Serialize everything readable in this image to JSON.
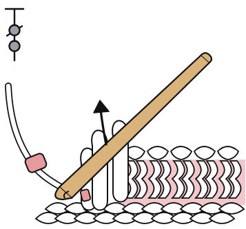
{
  "diagram": {
    "symbol": {
      "name": "double-crochet-symbol",
      "markers": 2
    },
    "colors": {
      "outline": "#111111",
      "yarn_fill": "#ffffff",
      "hook_fill": "#d9b27c",
      "marker_fill": "#e69aa0",
      "symbol_fill": "#9a9ea6",
      "background": "#ffffff"
    },
    "stitches": {
      "completed_columns": 5,
      "base_chain_links": 10
    },
    "arrow": {
      "direction": "up-left"
    }
  }
}
